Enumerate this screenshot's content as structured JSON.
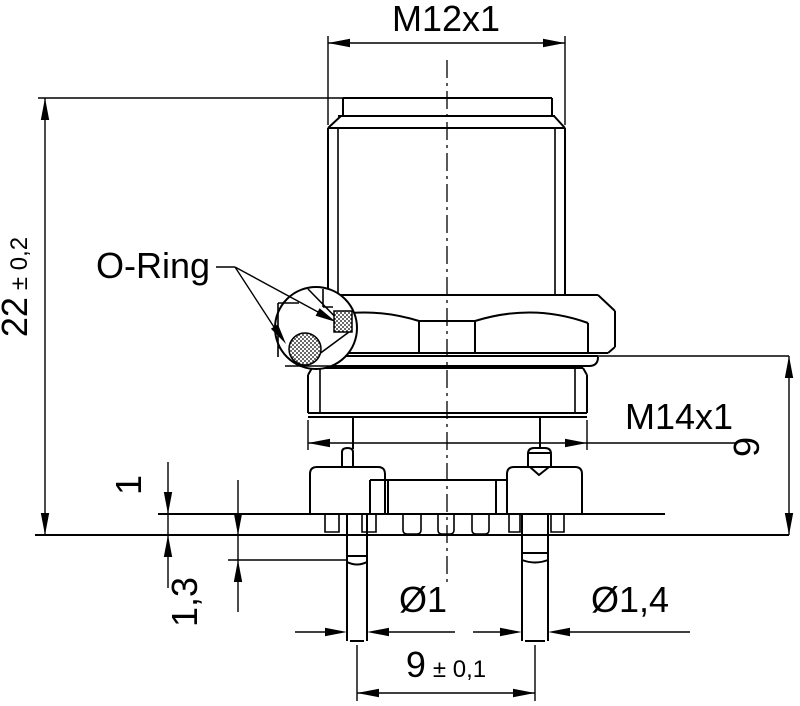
{
  "title": "M12 panel-mount connector — dimensional drawing",
  "colors": {
    "line": "#000000",
    "background": "#ffffff"
  },
  "dimensions": {
    "thread_top": "M12x1",
    "overall_height_main": "22",
    "overall_height_tol": "± 0,2",
    "o_ring_label": "O-Ring",
    "thread_lower": "M14x1",
    "thread_depth": "9",
    "flange_thickness": "1",
    "pin_standoff": "1,3",
    "pin_dia_small": "Ø1",
    "pin_dia_large": "Ø1,4",
    "pin_pitch_main": "9",
    "pin_pitch_tol": "± 0,1"
  }
}
